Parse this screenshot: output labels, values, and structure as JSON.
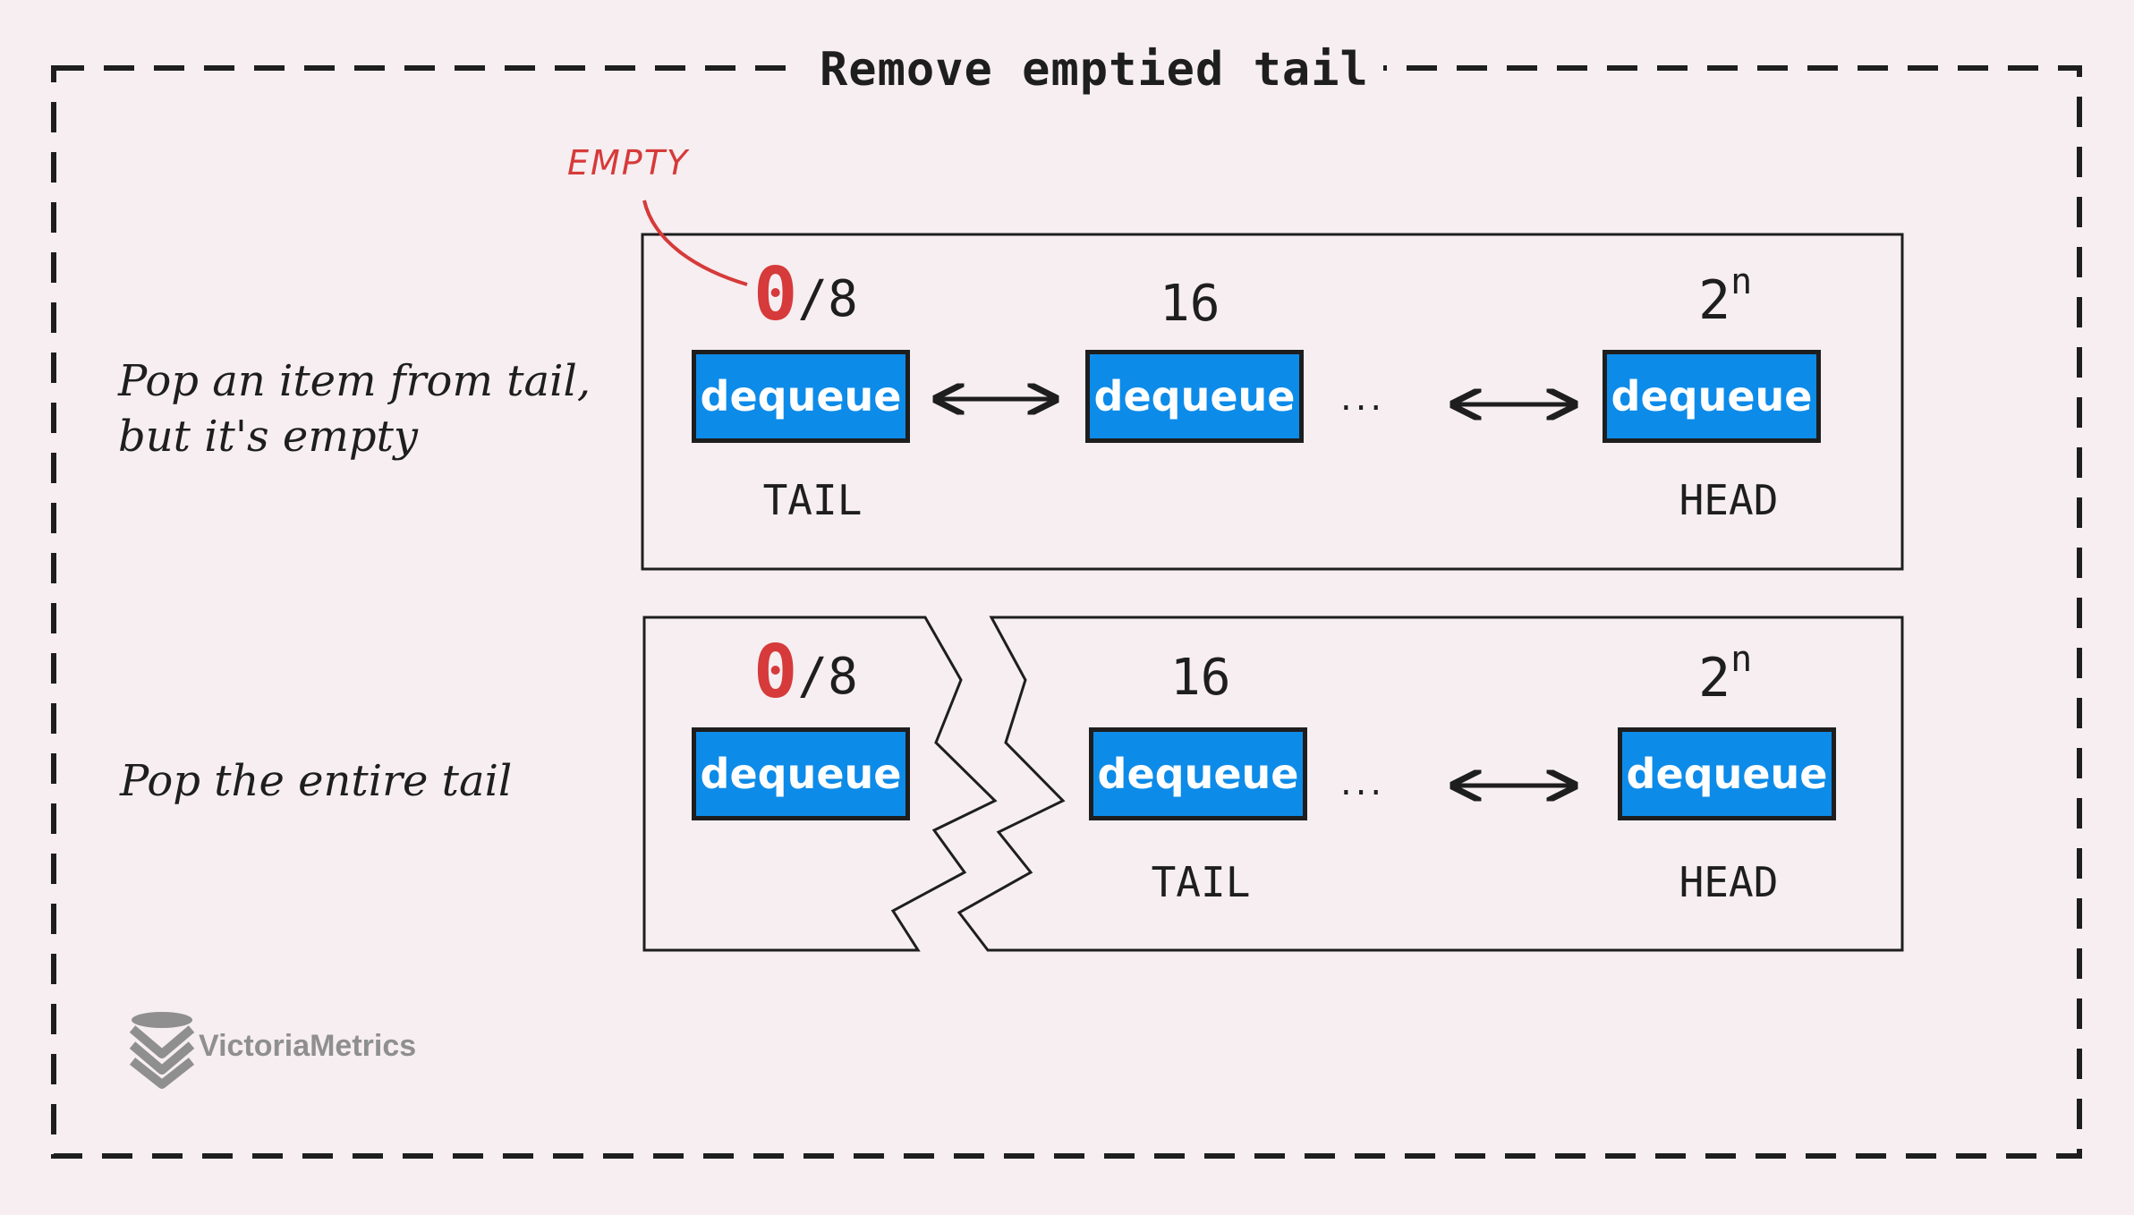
{
  "title": "Remove emptied tail",
  "top": {
    "description_line1": "Pop an item from tail,",
    "description_line2": "but it's empty",
    "annotation": "EMPTY",
    "nodes": [
      {
        "count_zero": "0",
        "count_rest": "/8",
        "label": "dequeue",
        "caption": "TAIL"
      },
      {
        "count": "16",
        "label": "dequeue",
        "caption": ""
      },
      {
        "count_base": "2",
        "count_exp": "n",
        "label": "dequeue",
        "caption": "HEAD"
      }
    ],
    "ellipsis": "..."
  },
  "bottom": {
    "description": "Pop the entire tail",
    "nodes": [
      {
        "count_zero": "0",
        "count_rest": "/8",
        "label": "dequeue"
      },
      {
        "count": "16",
        "label": "dequeue",
        "caption": "TAIL"
      },
      {
        "count_base": "2",
        "count_exp": "n",
        "label": "dequeue",
        "caption": "HEAD"
      }
    ],
    "ellipsis": "..."
  },
  "logo": {
    "text": "VictoriaMetrics"
  },
  "colors": {
    "background": "#f6eef1",
    "node_fill": "#0d8be8",
    "highlight": "#d63a3a",
    "stroke": "#1e1e1e",
    "logo": "#8f8f8f"
  }
}
